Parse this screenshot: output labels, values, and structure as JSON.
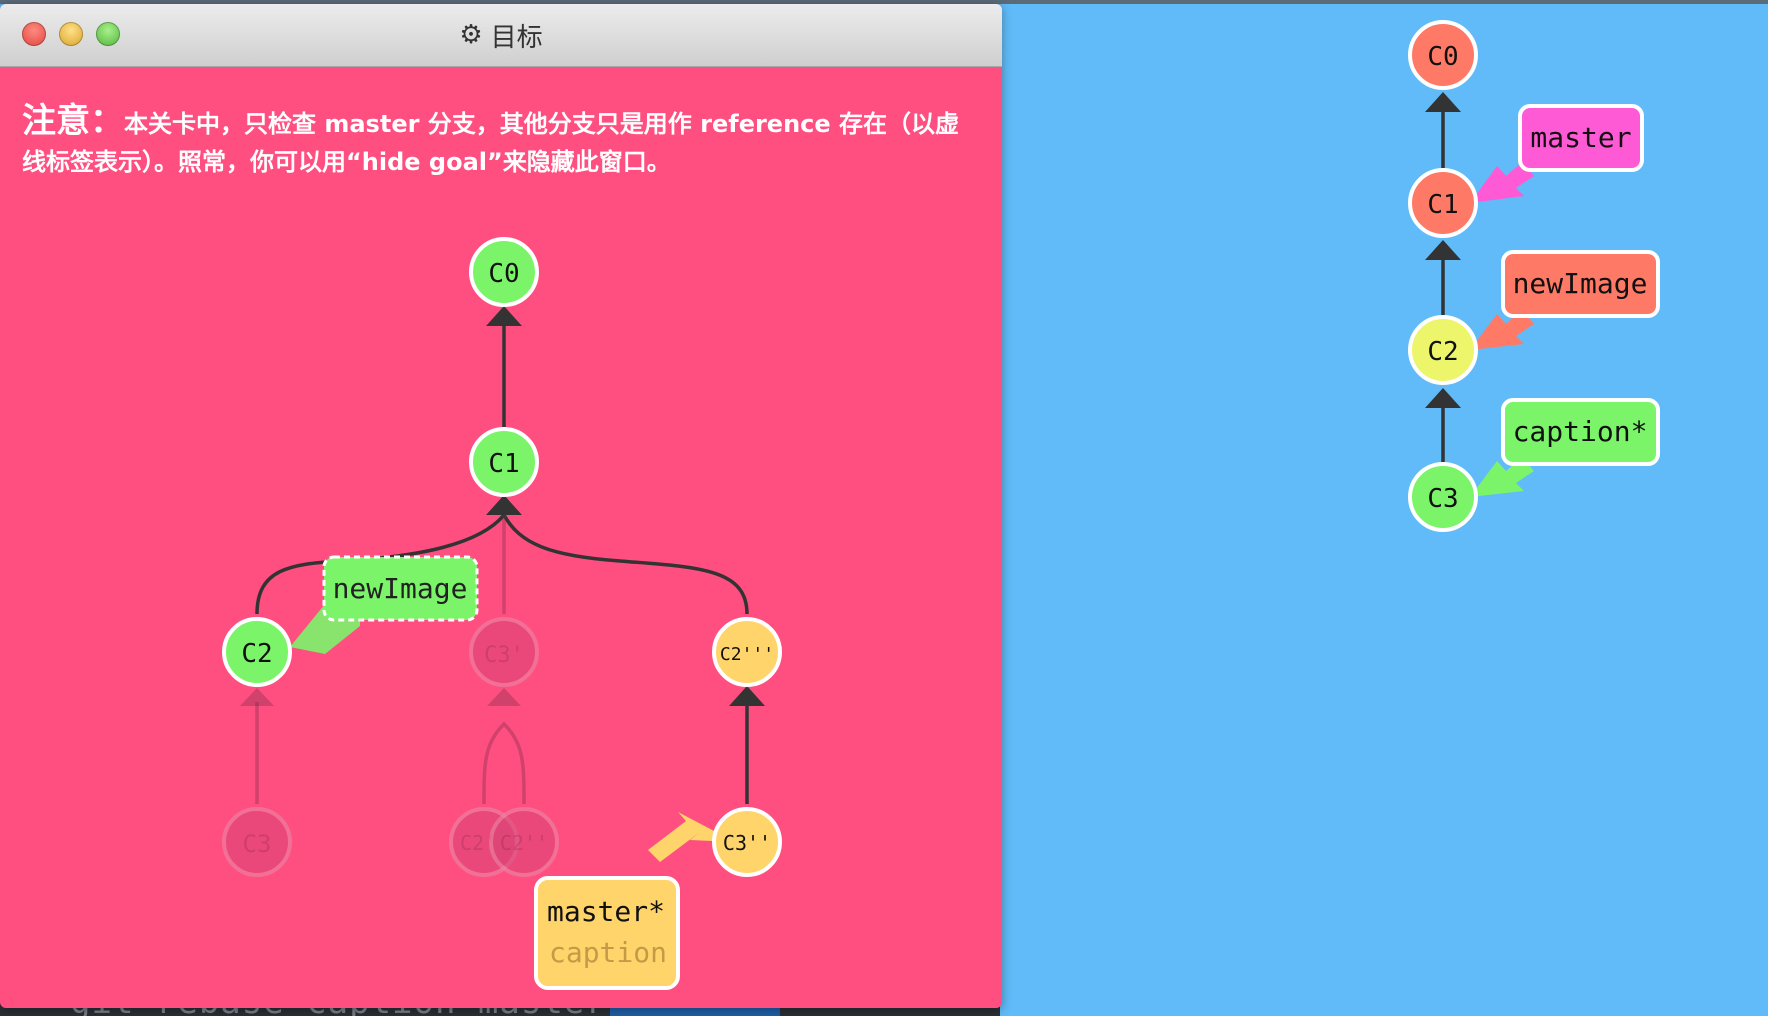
{
  "window": {
    "title": "目标",
    "icon": "gear-icon",
    "notice_strong": "注意：",
    "notice_body": "本关卡中，只检查 master 分支，其他分支只是用作 reference 存在（以虚线标签表示）。照常，你可以用“hide goal”来隐藏此窗口。",
    "background_color": "#ff4f80"
  },
  "goal_tree": {
    "commits": [
      {
        "id": "C0",
        "label": "C0",
        "color": "#7bf46a",
        "faded": false
      },
      {
        "id": "C1",
        "label": "C1",
        "color": "#7bf46a",
        "faded": false
      },
      {
        "id": "C2",
        "label": "C2",
        "color": "#7bf46a",
        "faded": false
      },
      {
        "id": "C3p",
        "label": "C3'",
        "color": "#d94476",
        "faded": true
      },
      {
        "id": "C2ppp",
        "label": "C2'''",
        "color": "#ffd56b",
        "faded": false
      },
      {
        "id": "C3",
        "label": "C3",
        "color": "#d94476",
        "faded": true
      },
      {
        "id": "C2p",
        "label": "C2'",
        "color": "#d94476",
        "faded": true
      },
      {
        "id": "C2pp",
        "label": "C2''",
        "color": "#d94476",
        "faded": true
      },
      {
        "id": "C3pp",
        "label": "C3''",
        "color": "#ffd56b",
        "faded": false
      }
    ],
    "branches": [
      {
        "name": "newImage",
        "target": "C2",
        "color": "#7bf46a",
        "dashed": true
      },
      {
        "name": "master*",
        "target": "C3pp",
        "color": "#ffd56b",
        "dashed": false
      },
      {
        "name": "caption",
        "target": "C3pp",
        "color": "#ffd56b",
        "dashed": false,
        "faded": true
      }
    ]
  },
  "current_tree": {
    "commits": [
      {
        "id": "C0",
        "label": "C0",
        "color": "#ff7a66"
      },
      {
        "id": "C1",
        "label": "C1",
        "color": "#ff7a66"
      },
      {
        "id": "C2",
        "label": "C2",
        "color": "#edf56a"
      },
      {
        "id": "C3",
        "label": "C3",
        "color": "#7bf46a"
      }
    ],
    "branches": [
      {
        "name": "master",
        "target": "C1",
        "color": "#ff5ad6"
      },
      {
        "name": "newImage",
        "target": "C2",
        "color": "#ff7a66"
      },
      {
        "name": "caption*",
        "target": "C3",
        "color": "#7bf46a"
      }
    ]
  },
  "terminal_hint": "git rebase caption master"
}
